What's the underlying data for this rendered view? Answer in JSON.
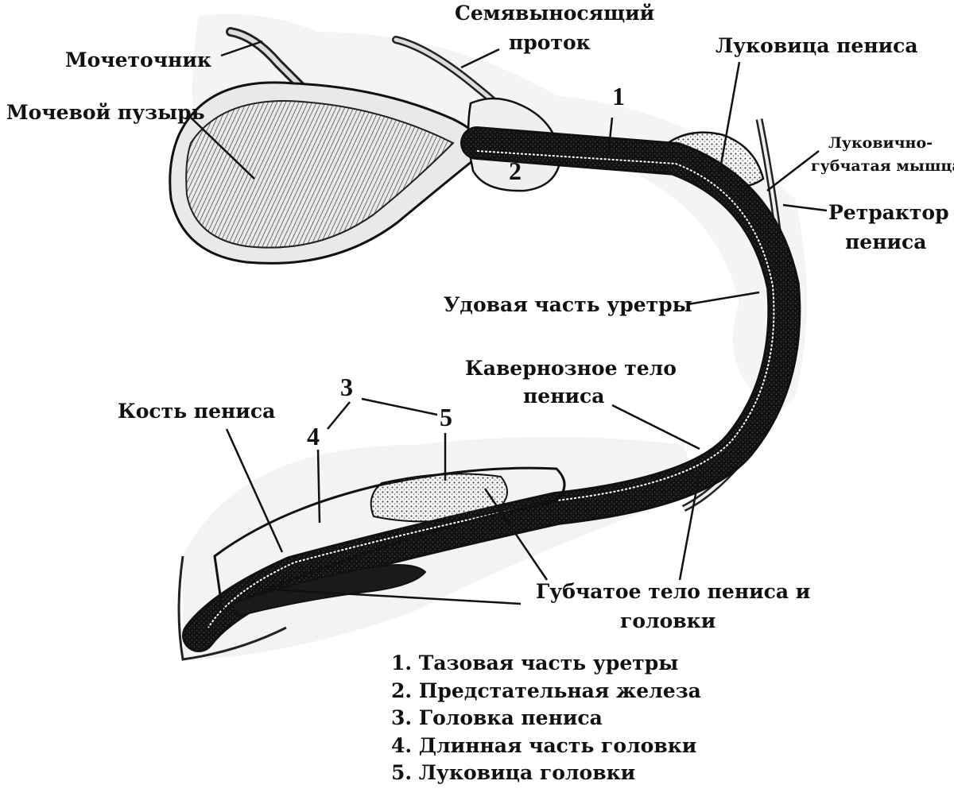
{
  "labels": {
    "ureter": "Мочеточник",
    "vas_deferens_1": "Семявыносящий",
    "vas_deferens_2": "проток",
    "bulb": "Луковица пениса",
    "bladder": "Мочевой пузырь",
    "bulbospong_1": "Луковично-",
    "bulbospong_2": "губчатая мышца",
    "retractor_1": "Ретрактор",
    "retractor_2": "пениса",
    "ischial_urethra": "Удовая часть уретры",
    "cavernous_1": "Кавернозное тело",
    "cavernous_2": "пениса",
    "os_penis": "Кость пениса",
    "spongy_1": "Губчатое тело пениса и",
    "spongy_2": "головки"
  },
  "numbers": {
    "n1": "1",
    "n2": "2",
    "n3": "3",
    "n4": "4",
    "n5": "5"
  },
  "legend": [
    "1. Тазовая часть уретры",
    "2. Предстательная железа",
    "3. Головка пениса",
    "4. Длинная часть головки",
    "5. Луковица головки"
  ]
}
